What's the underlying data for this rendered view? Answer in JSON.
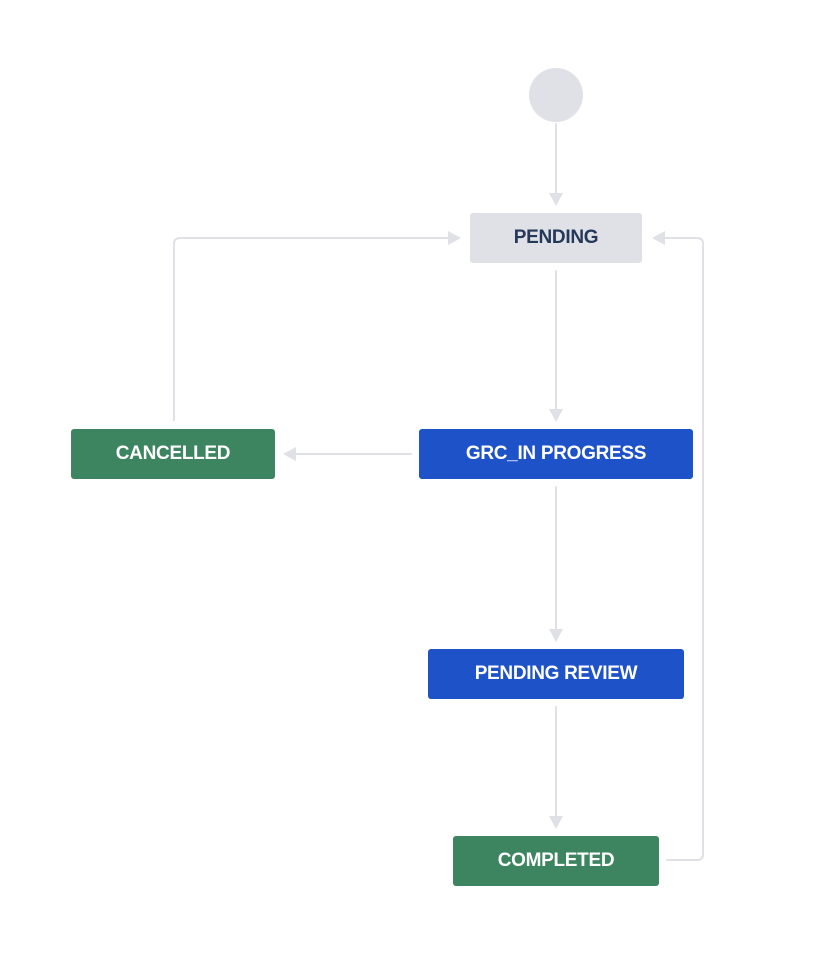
{
  "colors": {
    "todo_bg": "#dfe1e6",
    "todo_text": "#253858",
    "in_progress_bg": "#1d52c8",
    "in_progress_text": "#ffffff",
    "done_bg": "#3c8560",
    "done_text": "#ffffff",
    "connector": "#dfe1e6",
    "start_circle": "#dfe1e6"
  },
  "workflow": {
    "start": {
      "icon": "start-circle"
    },
    "statuses": {
      "pending": {
        "label": "PENDING",
        "category": "todo"
      },
      "grc_in_progress": {
        "label": "GRC_IN PROGRESS",
        "category": "in_progress"
      },
      "cancelled": {
        "label": "CANCELLED",
        "category": "done"
      },
      "pending_review": {
        "label": "PENDING REVIEW",
        "category": "in_progress"
      },
      "completed": {
        "label": "COMPLETED",
        "category": "done"
      }
    },
    "transitions": [
      {
        "from": "start",
        "to": "pending"
      },
      {
        "from": "pending",
        "to": "grc_in_progress"
      },
      {
        "from": "grc_in_progress",
        "to": "cancelled"
      },
      {
        "from": "cancelled",
        "to": "pending"
      },
      {
        "from": "grc_in_progress",
        "to": "pending_review"
      },
      {
        "from": "pending_review",
        "to": "completed"
      },
      {
        "from": "completed",
        "to": "pending"
      }
    ]
  }
}
